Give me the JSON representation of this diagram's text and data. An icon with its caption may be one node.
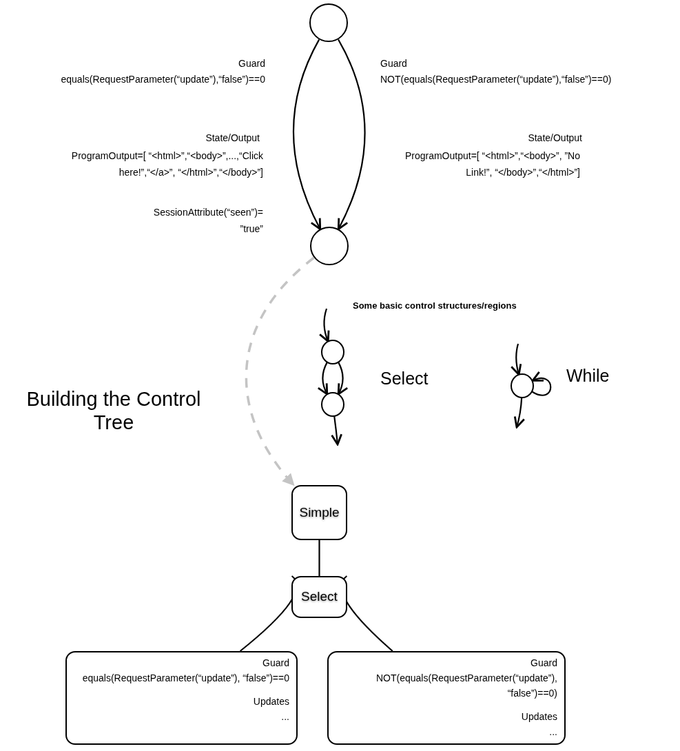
{
  "diagram": {
    "nodes": [
      {
        "text": [],
        "shape": "circle"
      },
      {
        "text": [],
        "shape": "circle"
      },
      {
        "text": [],
        "shape": "circle"
      },
      {
        "text": [],
        "shape": "circle"
      },
      {
        "text": [],
        "shape": "circle"
      },
      {
        "text": [
          "Simple"
        ]
      },
      {
        "text": [
          "Select"
        ]
      },
      {
        "text": [
          "Guard",
          "equals(RequestParameter(“update”), “false”)==0",
          "Updates",
          "..."
        ]
      },
      {
        "text": [
          "Guard",
          "NOT(equals(RequestParameter(“update”), “false”)==0)",
          "Updates",
          "..."
        ]
      }
    ],
    "edges": [
      {
        "from": 0,
        "to": 1,
        "arrow": "to"
      },
      {
        "from": 0,
        "to": 1,
        "arrow": "to"
      },
      {
        "from": 1,
        "to": 5,
        "arrow": "to",
        "style": "dashed",
        "color": "#c4c4c4"
      },
      {
        "from": null,
        "to": 2,
        "arrow": "to"
      },
      {
        "from": 2,
        "to": 3,
        "arrow": "to"
      },
      {
        "from": 2,
        "to": 3,
        "arrow": "to"
      },
      {
        "from": 3,
        "to": null,
        "arrow": "to"
      },
      {
        "from": null,
        "to": 4,
        "arrow": "to"
      },
      {
        "from": 4,
        "to": 4,
        "arrow": "to"
      },
      {
        "from": 4,
        "to": null,
        "arrow": "to"
      },
      {
        "from": 5,
        "to": 6,
        "arrow": "none"
      },
      {
        "from": 6,
        "to": 7,
        "arrow": "none"
      },
      {
        "from": 6,
        "to": 8,
        "arrow": "none"
      }
    ],
    "labels": [
      "Guard",
      "equals(RequestParameter(“update”),“false”)==0",
      "Guard",
      "NOT(equals(RequestParameter(“update”),“false”)==0)",
      "State/Output",
      "ProgramOutput=[ “<html>”,“<body>”,...,“Click here!”,“</a>”, “</html>”,“</body>”]",
      "State/Output",
      "ProgramOutput=[ “<html>”,“<body>”, ”No Link!”, “</body>”,“</html>”]",
      "SessionAttribute(“seen”)= ”true”",
      "Some basic control structures/regions",
      "Building the Control Tree",
      "Select",
      "While"
    ]
  }
}
